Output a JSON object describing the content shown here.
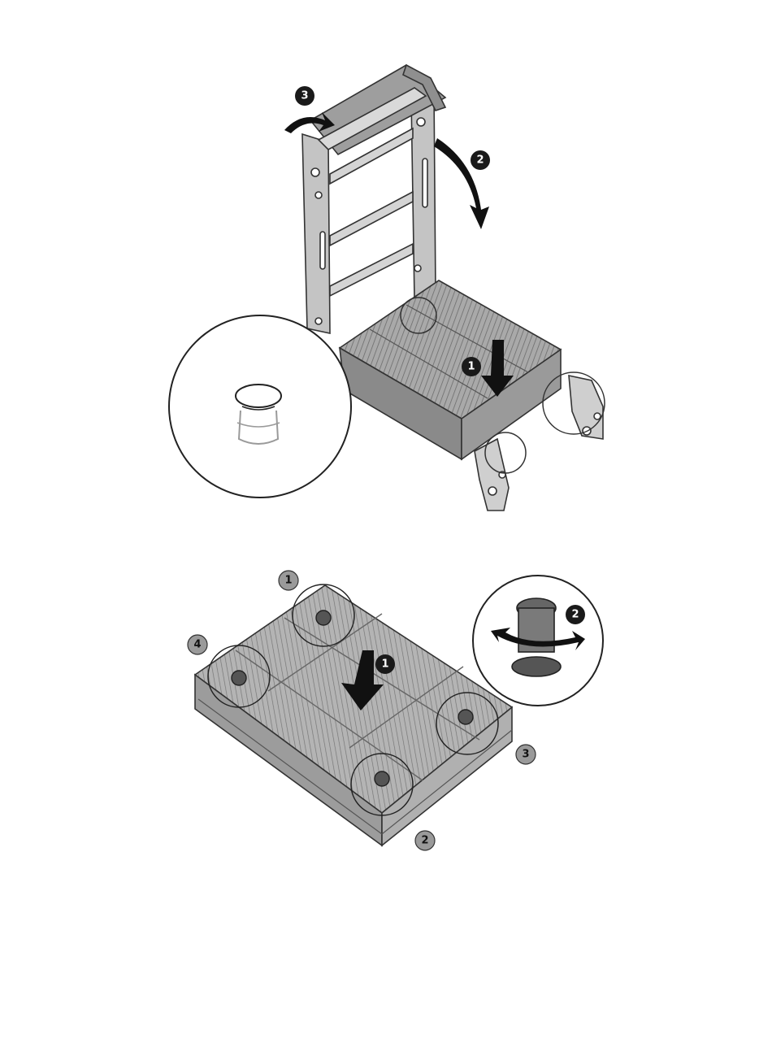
{
  "figure_top": {
    "callouts": [
      {
        "label": "3",
        "style": "dark"
      },
      {
        "label": "2",
        "style": "dark"
      },
      {
        "label": "1",
        "style": "dark"
      }
    ]
  },
  "figure_bottom": {
    "callouts": [
      {
        "label": "1",
        "style": "gray"
      },
      {
        "label": "4",
        "style": "gray"
      },
      {
        "label": "1",
        "style": "dark"
      },
      {
        "label": "2",
        "style": "dark"
      },
      {
        "label": "3",
        "style": "gray"
      },
      {
        "label": "2",
        "style": "gray"
      }
    ]
  },
  "colors": {
    "heatsink_fill": "#a9a9a9",
    "frame_fill": "#c4c4c4",
    "badge_dark": "#1a1a1a",
    "badge_gray": "#9a9a9a",
    "line": "#333333"
  },
  "icons": [
    "arrow-down-icon",
    "rotate-arrow-icon",
    "screw-icon",
    "magnifier-circle-icon"
  ]
}
